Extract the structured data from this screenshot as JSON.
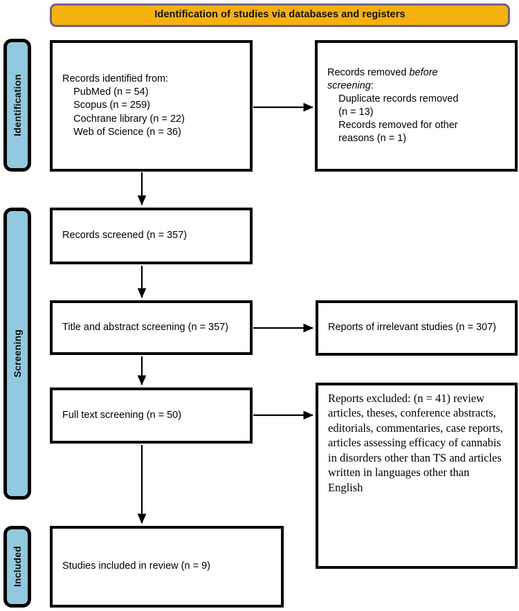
{
  "banner": {
    "title": "Identification of studies via databases and registers",
    "bg_color": "#F7B10E",
    "border_color": "#6F5F91"
  },
  "stages": [
    {
      "id": "identification",
      "label": "Identification",
      "bg_color": "#92C9DE"
    },
    {
      "id": "screening",
      "label": "Screening",
      "bg_color": "#92C9DE"
    },
    {
      "id": "included",
      "label": "Included",
      "bg_color": "#92C9DE"
    }
  ],
  "boxes": {
    "identified": {
      "text": "Records identified from:\n    PubMed (n = 54)\n    Scopus (n = 259)\n    Cochrane library (n = 22)\n    Web of Science (n = 36)"
    },
    "removed": {
      "line1": "Records removed ",
      "line1_italic": "before",
      "line2_italic": "screening",
      "line2_rest": ":",
      "rest": "\n    Duplicate records removed\n    (n = 13)\n    Records removed for other\n    reasons (n = 1)"
    },
    "screened": {
      "text": "Records screened (n = 357)"
    },
    "title_abstract": {
      "text": "Title and abstract screening (n = 357)"
    },
    "irrelevant": {
      "text": "Reports of irrelevant studies (n = 307)"
    },
    "fulltext": {
      "text": "Full text screening (n = 50)"
    },
    "excluded": {
      "text": "Reports excluded: (n = 41) review articles, theses, conference abstracts, editorials, commentaries, case reports, articles assessing efficacy of cannabis in disorders other than TS and articles written in languages other than English"
    },
    "included": {
      "text": "Studies included in review (n = 9)"
    }
  },
  "counts": {
    "pubmed": 54,
    "scopus": 259,
    "cochrane_library": 22,
    "web_of_science": 36,
    "duplicate_records_removed": 13,
    "removed_other_reasons": 1,
    "records_screened": 357,
    "title_abstract_screening": 357,
    "irrelevant_reports": 307,
    "full_text_screening": 50,
    "reports_excluded": 41,
    "studies_included": 9
  }
}
